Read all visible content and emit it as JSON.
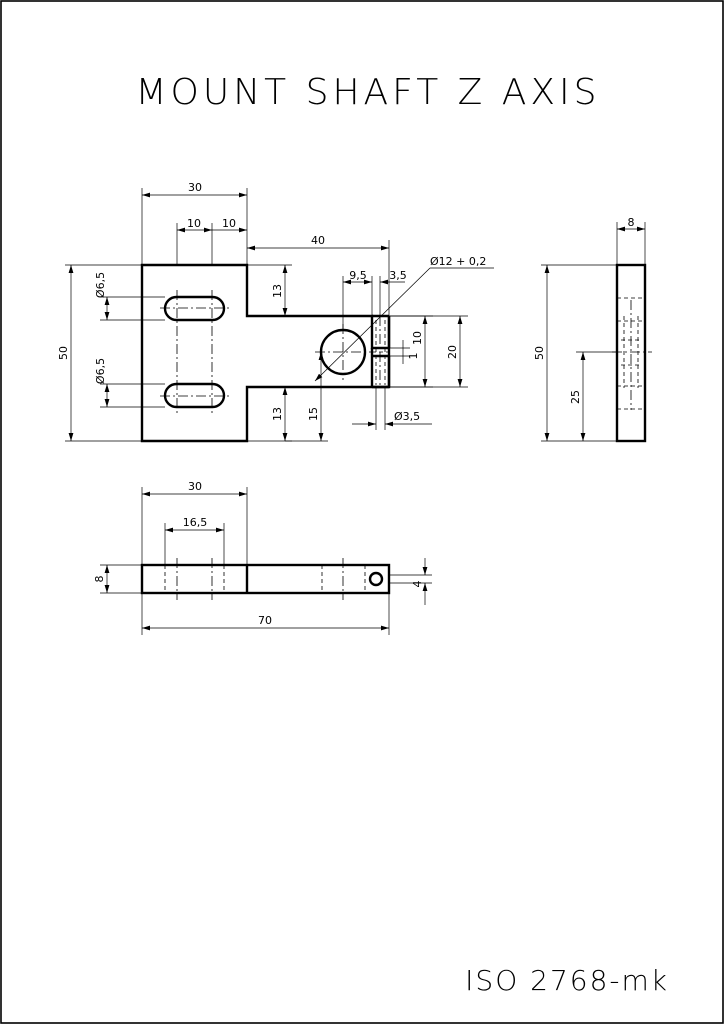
{
  "title": "MOUNT SHAFT Z AXIS",
  "standard": "ISO 2768-mk",
  "front_view": {
    "width_top": "30",
    "slot_offset_left": "10",
    "slot_offset_right": "10",
    "arm_length": "40",
    "bore_diameter": "Ø12 + 0,2",
    "bore_offset": "9,5",
    "slit_offset": "3,5",
    "overall_height": "50",
    "slot_width_upper": "Ø6,5",
    "slot_width_lower": "Ø6,5",
    "top_step": "13",
    "bottom_step": "13",
    "arm_base": "15",
    "slit_height": "10",
    "slit_width": "1",
    "arm_height": "20",
    "screw_hole": "Ø3,5"
  },
  "side_view": {
    "thickness": "8",
    "height": "50",
    "hole_height": "25"
  },
  "top_view": {
    "width_left": "30",
    "slot_span": "16,5",
    "thickness": "8",
    "overall_length": "70",
    "hole_offset": "4"
  }
}
